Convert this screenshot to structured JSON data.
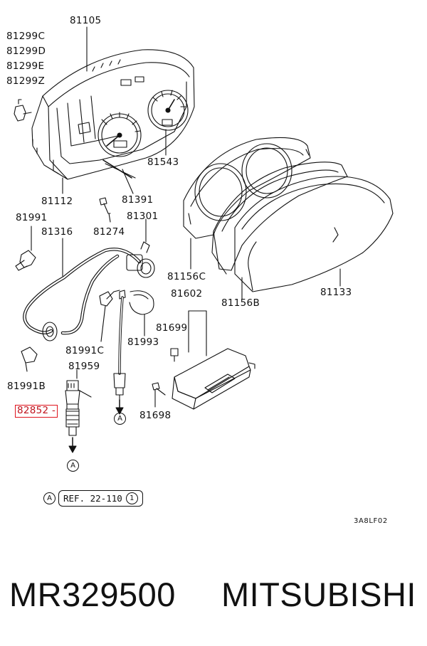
{
  "parts": {
    "p81105": "81105",
    "p81299c": "81299C",
    "p81299d": "81299D",
    "p81299e": "81299E",
    "p81299z": "81299Z",
    "p81543": "81543",
    "p81112": "81112",
    "p81391": "81391",
    "p81991": "81991",
    "p81301": "81301",
    "p81316": "81316",
    "p81274": "81274",
    "p81156c": "81156C",
    "p81602": "81602",
    "p81156b": "81156B",
    "p81133": "81133",
    "p81699": "81699",
    "p81993": "81993",
    "p81991c": "81991C",
    "p81959": "81959",
    "p81991b": "81991B",
    "p82852": "82852 -",
    "p81698": "81698"
  },
  "markers": {
    "a1": "A",
    "a2": "A",
    "a3": "A"
  },
  "reference": {
    "marker": "A",
    "text": "REF. 22-110",
    "number": "1"
  },
  "diagram_code": "3A8LF02",
  "footer": {
    "part_number": "MR329500",
    "brand": "MITSUBISHI"
  },
  "colors": {
    "highlight": "#e0141e",
    "line": "#111111"
  }
}
